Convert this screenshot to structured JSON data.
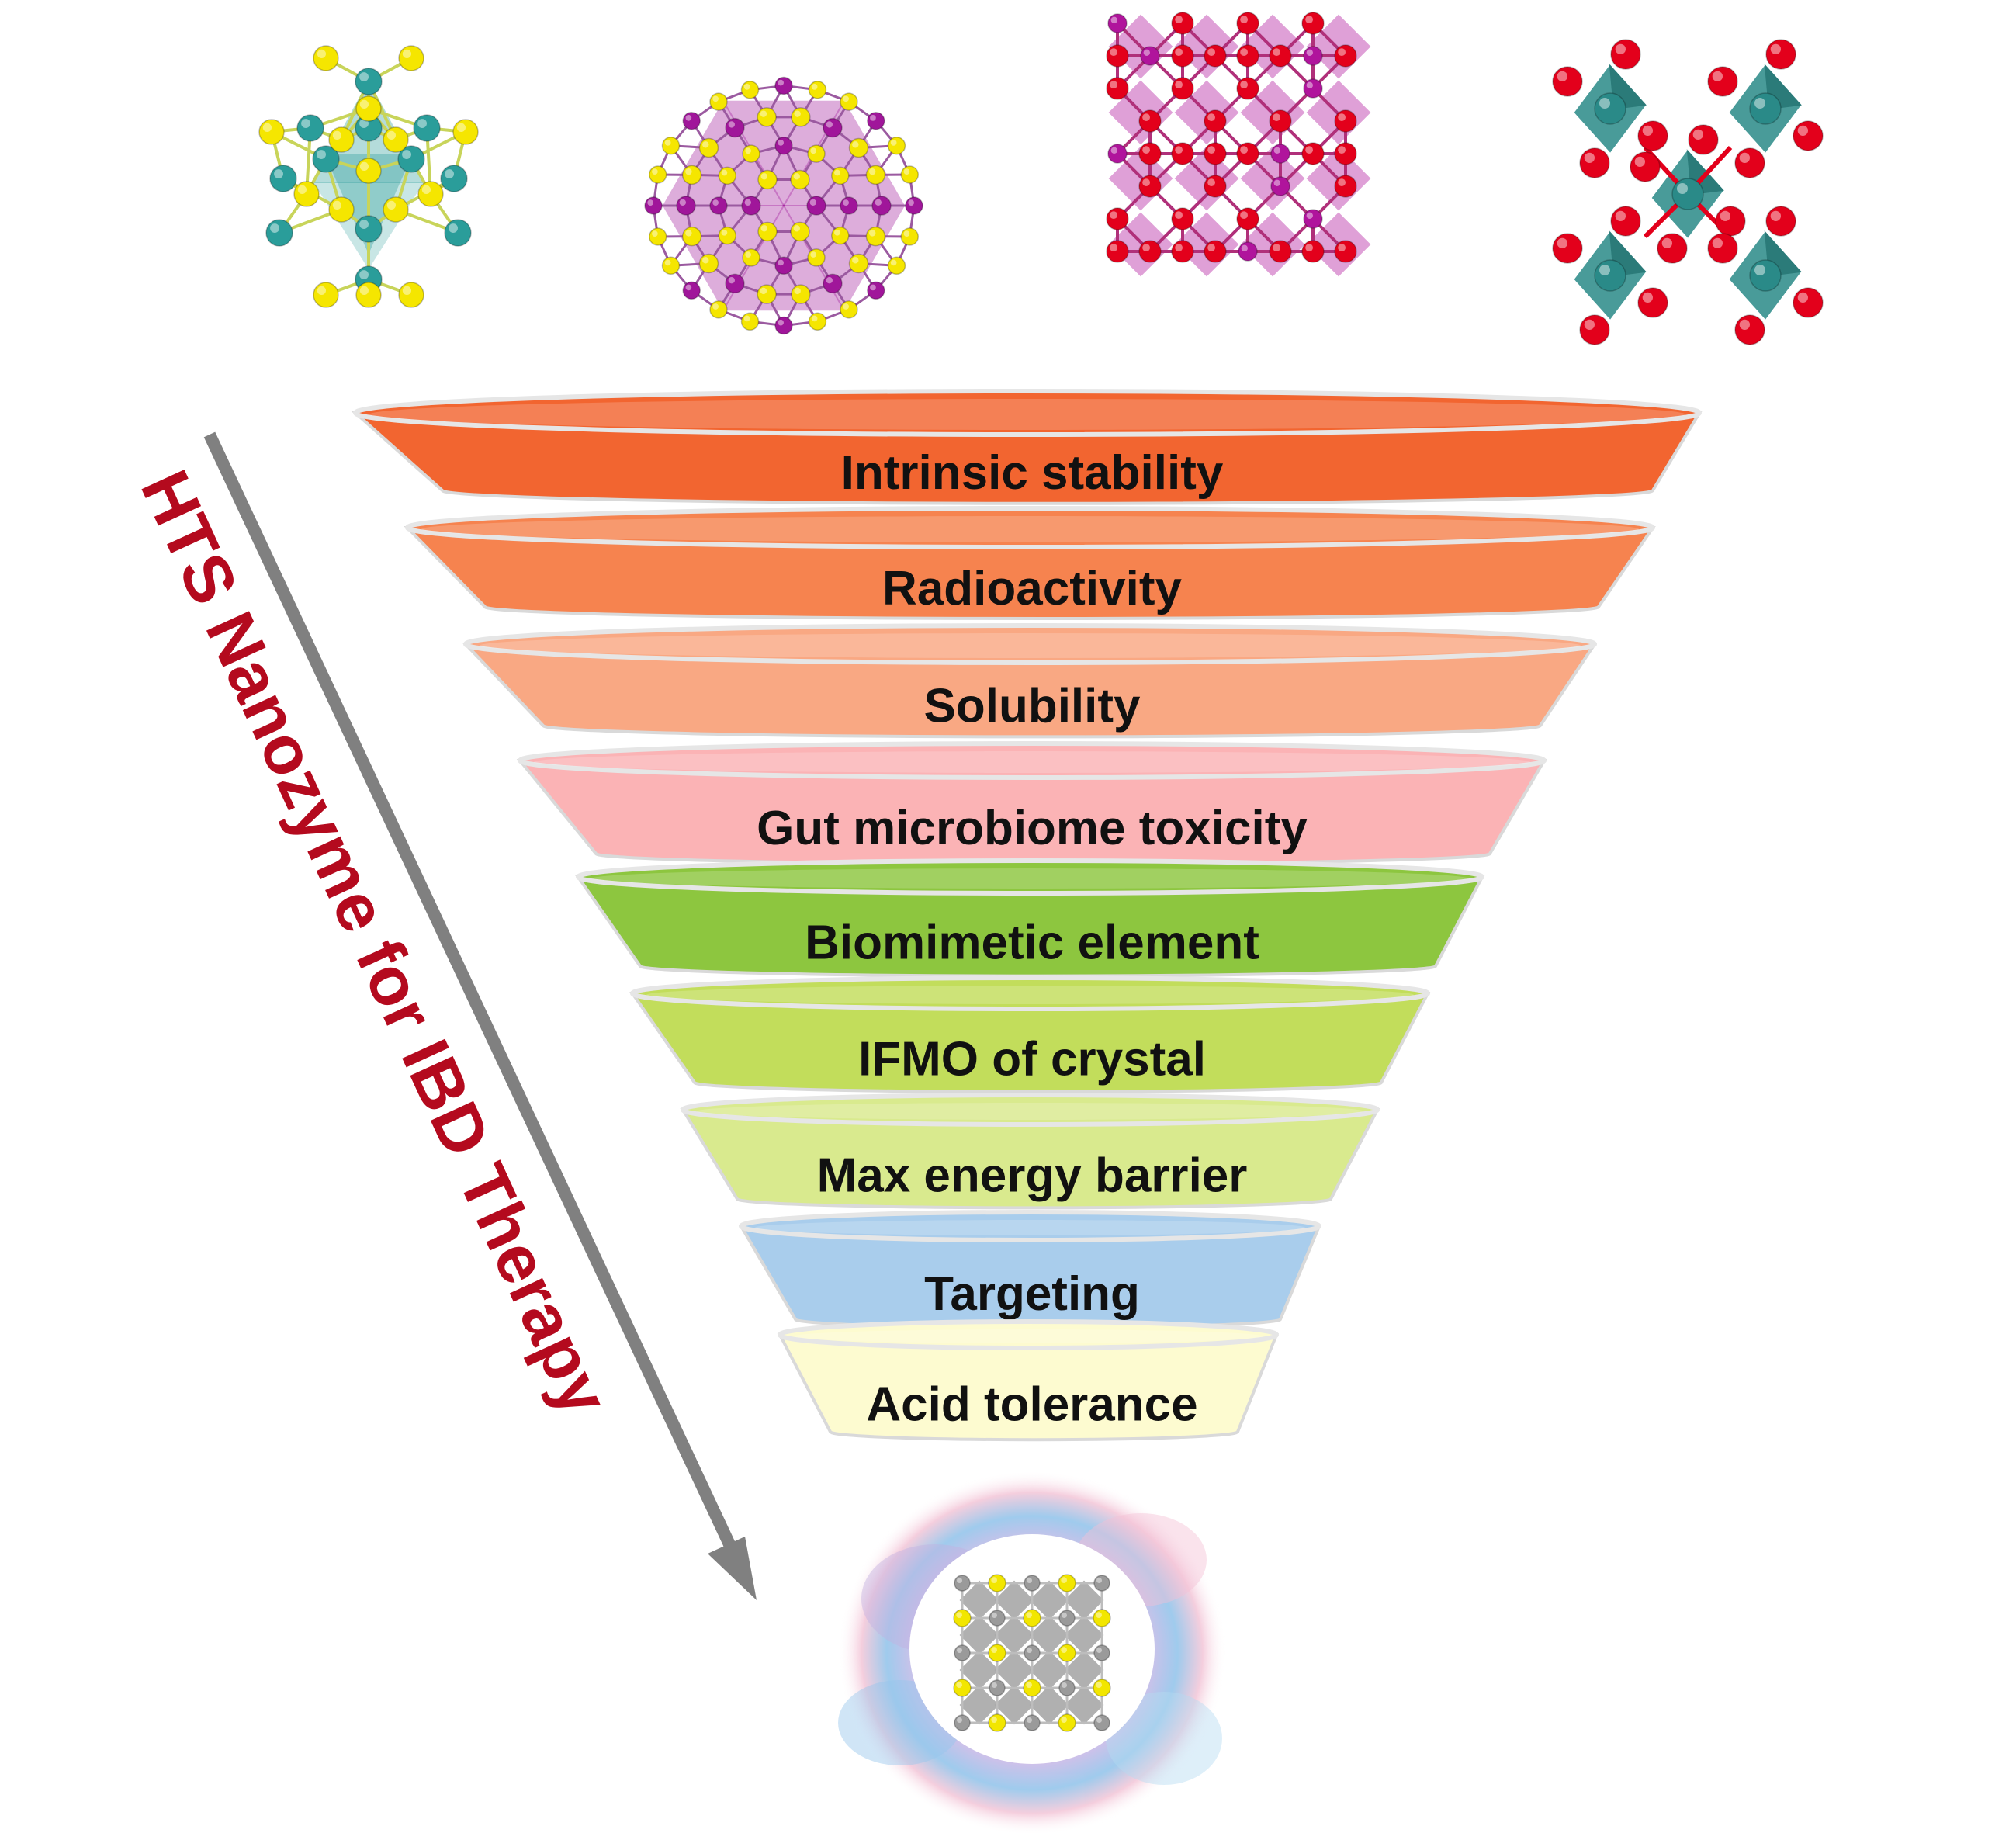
{
  "funnel": {
    "layers": [
      {
        "label": "Intrinsic stability",
        "color": "#f26530"
      },
      {
        "label": "Radioactivity",
        "color": "#f6834f"
      },
      {
        "label": "Solubility",
        "color": "#f9a883"
      },
      {
        "label": "Gut microbiome toxicity",
        "color": "#fbb3b5"
      },
      {
        "label": "Biomimetic element",
        "color": "#8dc63f"
      },
      {
        "label": "IFMO of crystal",
        "color": "#c2dd5b"
      },
      {
        "label": "Max energy barrier",
        "color": "#d9ea8e"
      },
      {
        "label": "Targeting",
        "color": "#a9cdec"
      },
      {
        "label": "Acid tolerance",
        "color": "#fdfbd0"
      }
    ]
  },
  "side_label": {
    "text": "HTS Nanozyme for IBD Therapy",
    "color": "#b40a1e"
  },
  "arrow_color": "#808080",
  "structures": [
    {
      "name": "teal-yellow-cluster",
      "atom_colors": [
        "#2a9d9a",
        "#f5e600"
      ]
    },
    {
      "name": "magenta-yellow-cluster",
      "atom_colors": [
        "#a0169a",
        "#f5e600"
      ]
    },
    {
      "name": "magenta-red-lattice",
      "atom_colors": [
        "#b0149c",
        "#e3001b"
      ]
    },
    {
      "name": "teal-red-octahedra",
      "atom_colors": [
        "#2a8a88",
        "#e3001b"
      ]
    }
  ],
  "result": {
    "name": "gray-yellow-crystal",
    "atom_colors": [
      "#9a9a9a",
      "#f2e600"
    ]
  }
}
